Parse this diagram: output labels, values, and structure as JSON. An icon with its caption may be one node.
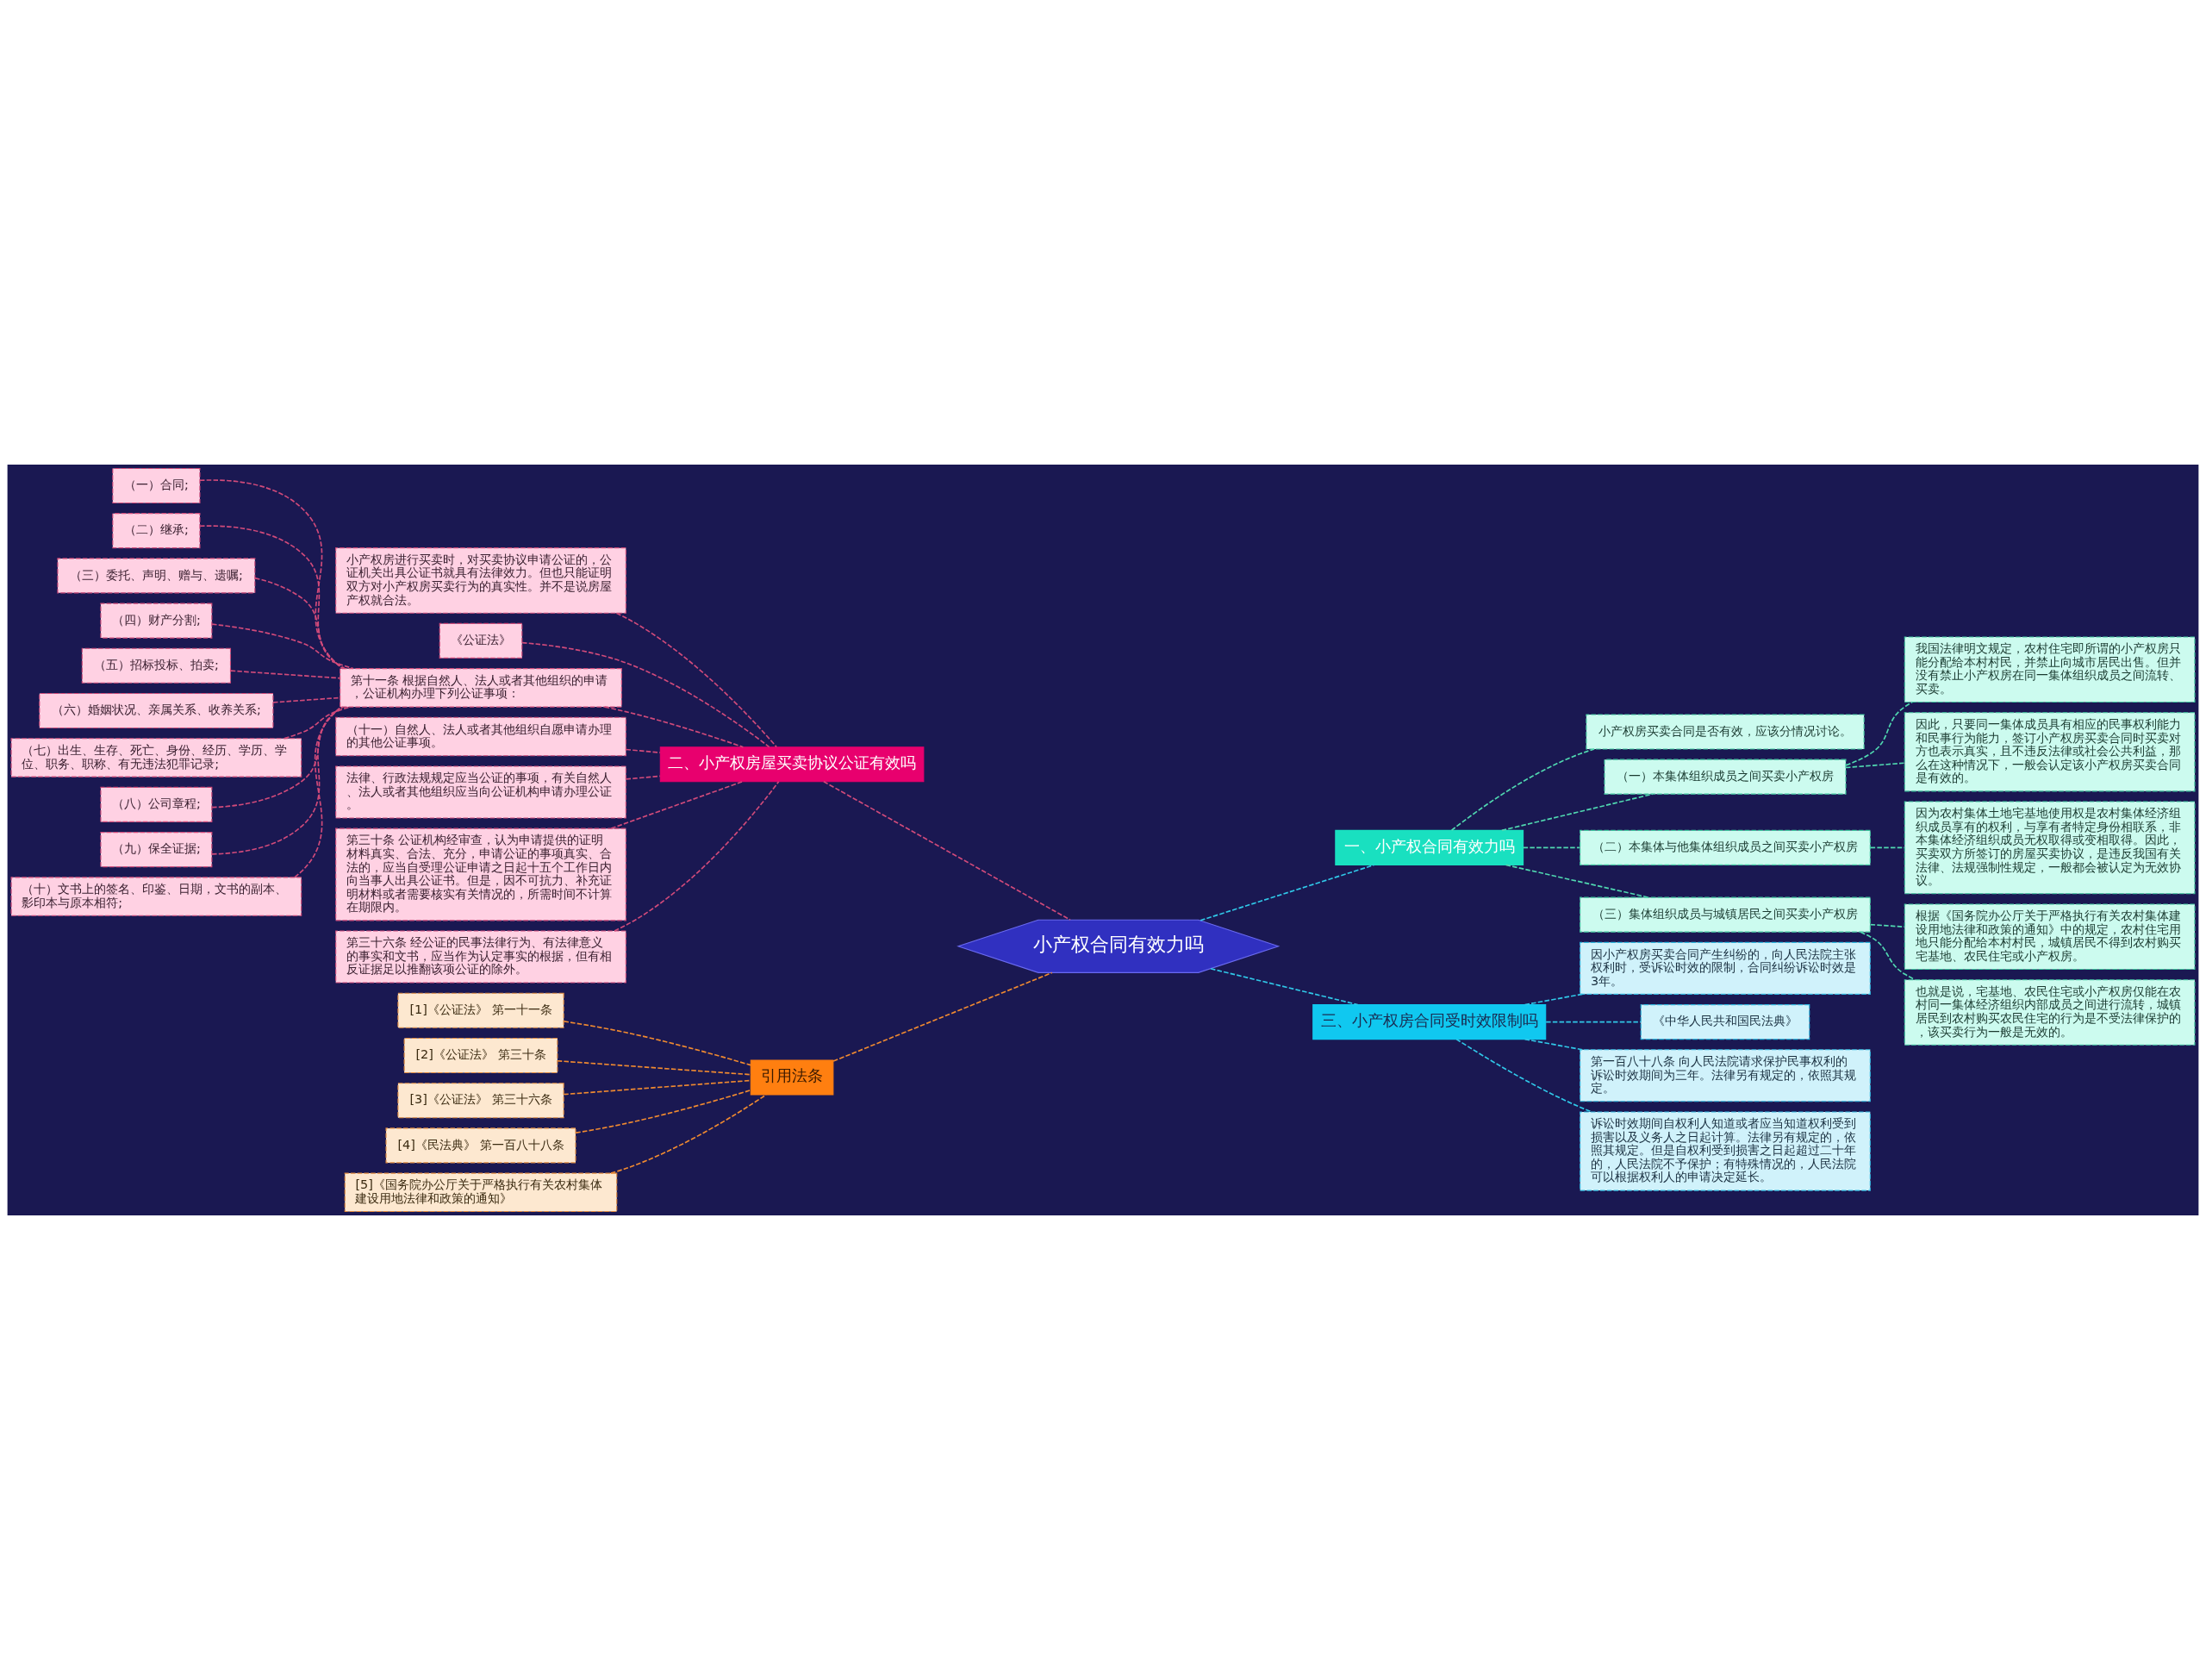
{
  "diagram": {
    "nodes": [
      {
        "text": [
          "小产权合同有效力吗"
        ]
      },
      {
        "text": [
          "二、小产权房屋买卖协议公证有效吗"
        ]
      },
      {
        "text": [
          "小产权房进行买卖时，对买卖协议申请公证的，公证机关出具公证书就具有法律效力。但也只能证明双方对小产权房买卖行为的真实性。并不是说房屋产权就合法。"
        ]
      },
      {
        "text": [
          "《公证法》"
        ]
      },
      {
        "text": [
          "第十一条 根据自然人、法人或者其他组织的申请，公证机构办理下列公证事项："
        ]
      },
      {
        "text": [
          "（一）合同;"
        ]
      },
      {
        "text": [
          "（二）继承;"
        ]
      },
      {
        "text": [
          "（三）委托、声明、赠与、遗嘱;"
        ]
      },
      {
        "text": [
          "（四）财产分割;"
        ]
      },
      {
        "text": [
          "（五）招标投标、拍卖;"
        ]
      },
      {
        "text": [
          "（六）婚姻状况、亲属关系、收养关系;"
        ]
      },
      {
        "text": [
          "（七）出生、生存、死亡、身份、经历、学历、学位、职务、职称、有无违法犯罪记录;"
        ]
      },
      {
        "text": [
          "（八）公司章程;"
        ]
      },
      {
        "text": [
          "（九）保全证据;"
        ]
      },
      {
        "text": [
          "（十）文书上的签名、印鉴、日期，文书的副本、影印本与原本相符;"
        ]
      },
      {
        "text": [
          "（十一）自然人、法人或者其他组织自愿申请办理的其他公证事项。"
        ]
      },
      {
        "text": [
          "法律、行政法规规定应当公证的事项，有关自然人、法人或者其他组织应当向公证机构申请办理公证。"
        ]
      },
      {
        "text": [
          "第三十条 公证机构经审查，认为申请提供的证明材料真实、合法、充分，申请公证的事项真实、合法的，应当自受理公证申请之日起十五个工作日内向当事人出具公证书。但是，因不可抗力、补充证明材料或者需要核实有关情况的，所需时间不计算在期限内。"
        ]
      },
      {
        "text": [
          "第三十六条 经公证的民事法律行为、有法律意义的事实和文书，应当作为认定事实的根据，但有相反证据足以推翻该项公证的除外。"
        ]
      },
      {
        "text": [
          "引用法条"
        ]
      },
      {
        "text": [
          "[1]《公证法》 第一十一条"
        ]
      },
      {
        "text": [
          "[2]《公证法》 第三十条"
        ]
      },
      {
        "text": [
          "[3]《公证法》 第三十六条"
        ]
      },
      {
        "text": [
          "[4]《民法典》 第一百八十八条"
        ]
      },
      {
        "text": [
          "[5]《国务院办公厅关于严格执行有关农村集体建设用地法律和政策的通知》"
        ]
      },
      {
        "text": [
          "一、小产权合同有效力吗"
        ]
      },
      {
        "text": [
          "小产权房买卖合同是否有效，应该分情况讨论。"
        ]
      },
      {
        "text": [
          "（一）本集体组织成员之间买卖小产权房"
        ]
      },
      {
        "text": [
          "我国法律明文规定，农村住宅即所谓的小产权房只能分配给本村村民，并禁止向城市居民出售。但并没有禁止小产权房在同一集体组织成员之间流转、买卖。"
        ]
      },
      {
        "text": [
          "因此，只要同一集体成员具有相应的民事权利能力和民事行为能力，签订小产权房买卖合同时买卖对方也表示真实，且不违反法律或社会公共利益，那么在这种情况下，一般会认定该小产权房买卖合同是有效的。"
        ]
      },
      {
        "text": [
          "（二）本集体与他集体组织成员之间买卖小产权房"
        ]
      },
      {
        "text": [
          "因为农村集体土地宅基地使用权是农村集体经济组织成员享有的权利，与享有者特定身份相联系，非本集体经济组织成员无权取得或变相取得。因此，买卖双方所签订的房屋买卖协议，是违反我国有关法律、法规强制性规定，一般都会被认定为无效协议。"
        ]
      },
      {
        "text": [
          "（三）集体组织成员与城镇居民之间买卖小产权房"
        ]
      },
      {
        "text": [
          "根据《国务院办公厅关于严格执行有关农村集体建设用地法律和政策的通知》中的规定，农村住宅用地只能分配给本村村民，城镇居民不得到农村购买宅基地、农民住宅或小产权房。"
        ]
      },
      {
        "text": [
          "也就是说，宅基地、农民住宅或小产权房仅能在农村同一集体经济组织内部成员之间进行流转，城镇居民到农村购买农民住宅的行为是不受法律保护的，该买卖行为一般是无效的。"
        ]
      },
      {
        "text": [
          "三、小产权房合同受时效限制吗"
        ]
      },
      {
        "text": [
          "因小产权房买卖合同产生纠纷的，向人民法院主张权利时，受诉讼时效的限制，合同纠纷诉讼时效是3年。"
        ]
      },
      {
        "text": [
          "《中华人民共和国民法典》"
        ]
      },
      {
        "text": [
          "第一百八十八条 向人民法院请求保护民事权利的诉讼时效期间为三年。法律另有规定的，依照其规定。"
        ]
      },
      {
        "text": [
          "诉讼时效期间自权利人知道或者应当知道权利受到损害以及义务人之日起计算。法律另有规定的，依照其规定。但是自权利受到损害之日起超过二十年的，人民法院不予保护；有特殊情况的，人民法院可以根据权利人的申请决定延长。"
        ]
      }
    ],
    "edges": [
      {
        "from": 0,
        "to": 1,
        "arrow": "none"
      },
      {
        "from": 1,
        "to": 2,
        "arrow": "none"
      },
      {
        "from": 1,
        "to": 3,
        "arrow": "none"
      },
      {
        "from": 1,
        "to": 4,
        "arrow": "none"
      },
      {
        "from": 4,
        "to": 5,
        "arrow": "none"
      },
      {
        "from": 4,
        "to": 6,
        "arrow": "none"
      },
      {
        "from": 4,
        "to": 7,
        "arrow": "none"
      },
      {
        "from": 4,
        "to": 8,
        "arrow": "none"
      },
      {
        "from": 4,
        "to": 9,
        "arrow": "none"
      },
      {
        "from": 4,
        "to": 10,
        "arrow": "none"
      },
      {
        "from": 4,
        "to": 11,
        "arrow": "none"
      },
      {
        "from": 4,
        "to": 12,
        "arrow": "none"
      },
      {
        "from": 4,
        "to": 13,
        "arrow": "none"
      },
      {
        "from": 4,
        "to": 14,
        "arrow": "none"
      },
      {
        "from": 1,
        "to": 15,
        "arrow": "none"
      },
      {
        "from": 1,
        "to": 16,
        "arrow": "none"
      },
      {
        "from": 1,
        "to": 17,
        "arrow": "none"
      },
      {
        "from": 1,
        "to": 18,
        "arrow": "none"
      },
      {
        "from": 0,
        "to": 19,
        "arrow": "none",
        "color": "#f08a30"
      },
      {
        "from": 19,
        "to": 20,
        "arrow": "none",
        "color": "#f08a30"
      },
      {
        "from": 19,
        "to": 21,
        "arrow": "none",
        "color": "#f08a30"
      },
      {
        "from": 19,
        "to": 22,
        "arrow": "none",
        "color": "#f08a30"
      },
      {
        "from": 19,
        "to": 23,
        "arrow": "none",
        "color": "#f08a30"
      },
      {
        "from": 19,
        "to": 24,
        "arrow": "none",
        "color": "#f08a30"
      },
      {
        "from": 0,
        "to": 25,
        "arrow": "none",
        "color": "#30c8e8"
      },
      {
        "from": 25,
        "to": 26,
        "arrow": "none",
        "color": "#50d8b0"
      },
      {
        "from": 25,
        "to": 27,
        "arrow": "none",
        "color": "#50d8b0"
      },
      {
        "from": 27,
        "to": 28,
        "arrow": "none",
        "color": "#50d8b0"
      },
      {
        "from": 27,
        "to": 29,
        "arrow": "none",
        "color": "#50d8b0"
      },
      {
        "from": 25,
        "to": 30,
        "arrow": "none",
        "color": "#50d8b0"
      },
      {
        "from": 30,
        "to": 31,
        "arrow": "none",
        "color": "#50d8b0"
      },
      {
        "from": 25,
        "to": 32,
        "arrow": "none",
        "color": "#50d8b0"
      },
      {
        "from": 32,
        "to": 33,
        "arrow": "none",
        "color": "#50d8b0"
      },
      {
        "from": 32,
        "to": 34,
        "arrow": "none",
        "color": "#50d8b0"
      },
      {
        "from": 0,
        "to": 35,
        "arrow": "none",
        "color": "#30c8e8"
      },
      {
        "from": 35,
        "to": 36,
        "arrow": "none",
        "color": "#30c8e8"
      },
      {
        "from": 35,
        "to": 37,
        "arrow": "none",
        "color": "#30c8e8"
      },
      {
        "from": 35,
        "to": 38,
        "arrow": "none",
        "color": "#30c8e8"
      },
      {
        "from": 35,
        "to": 39,
        "arrow": "none",
        "color": "#30c8e8"
      }
    ]
  }
}
